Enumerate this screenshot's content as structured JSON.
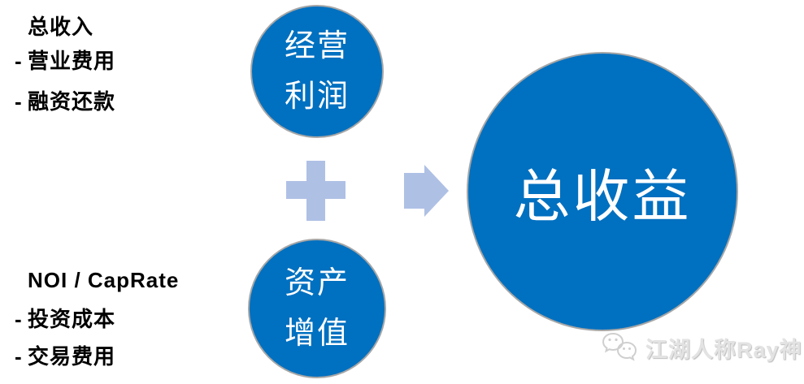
{
  "colors": {
    "page_bg": "#FFFFFF",
    "circle_fill": "#0070C0",
    "circle_border": "#A6A6A6",
    "circle_text": "#FFFFFF",
    "connector": "#AFC0E5",
    "label_text": "#000000",
    "watermark": "#E3E3E3",
    "watermark_icon": "#CFCFCF"
  },
  "formula_left_labels": {
    "top": {
      "heading": "总收入",
      "items": [
        {
          "prefix": "-",
          "text": "营业费用"
        },
        {
          "prefix": "-",
          "text": "融资还款"
        }
      ]
    },
    "bottom": {
      "heading": "NOI / CapRate",
      "items": [
        {
          "prefix": "-",
          "text": "投资成本"
        },
        {
          "prefix": "-",
          "text": "交易费用"
        }
      ]
    }
  },
  "diagram": {
    "operand_top": {
      "line1": "经营",
      "line2": "利润"
    },
    "operand_bottom": {
      "line1": "资产",
      "line2": "增值"
    },
    "result": "总收益",
    "plus_icon": "plus-shape",
    "arrow_icon": "right-arrow-shape"
  },
  "watermark": {
    "icon": "wechat-icon",
    "text": "江湖人称Ray神"
  }
}
